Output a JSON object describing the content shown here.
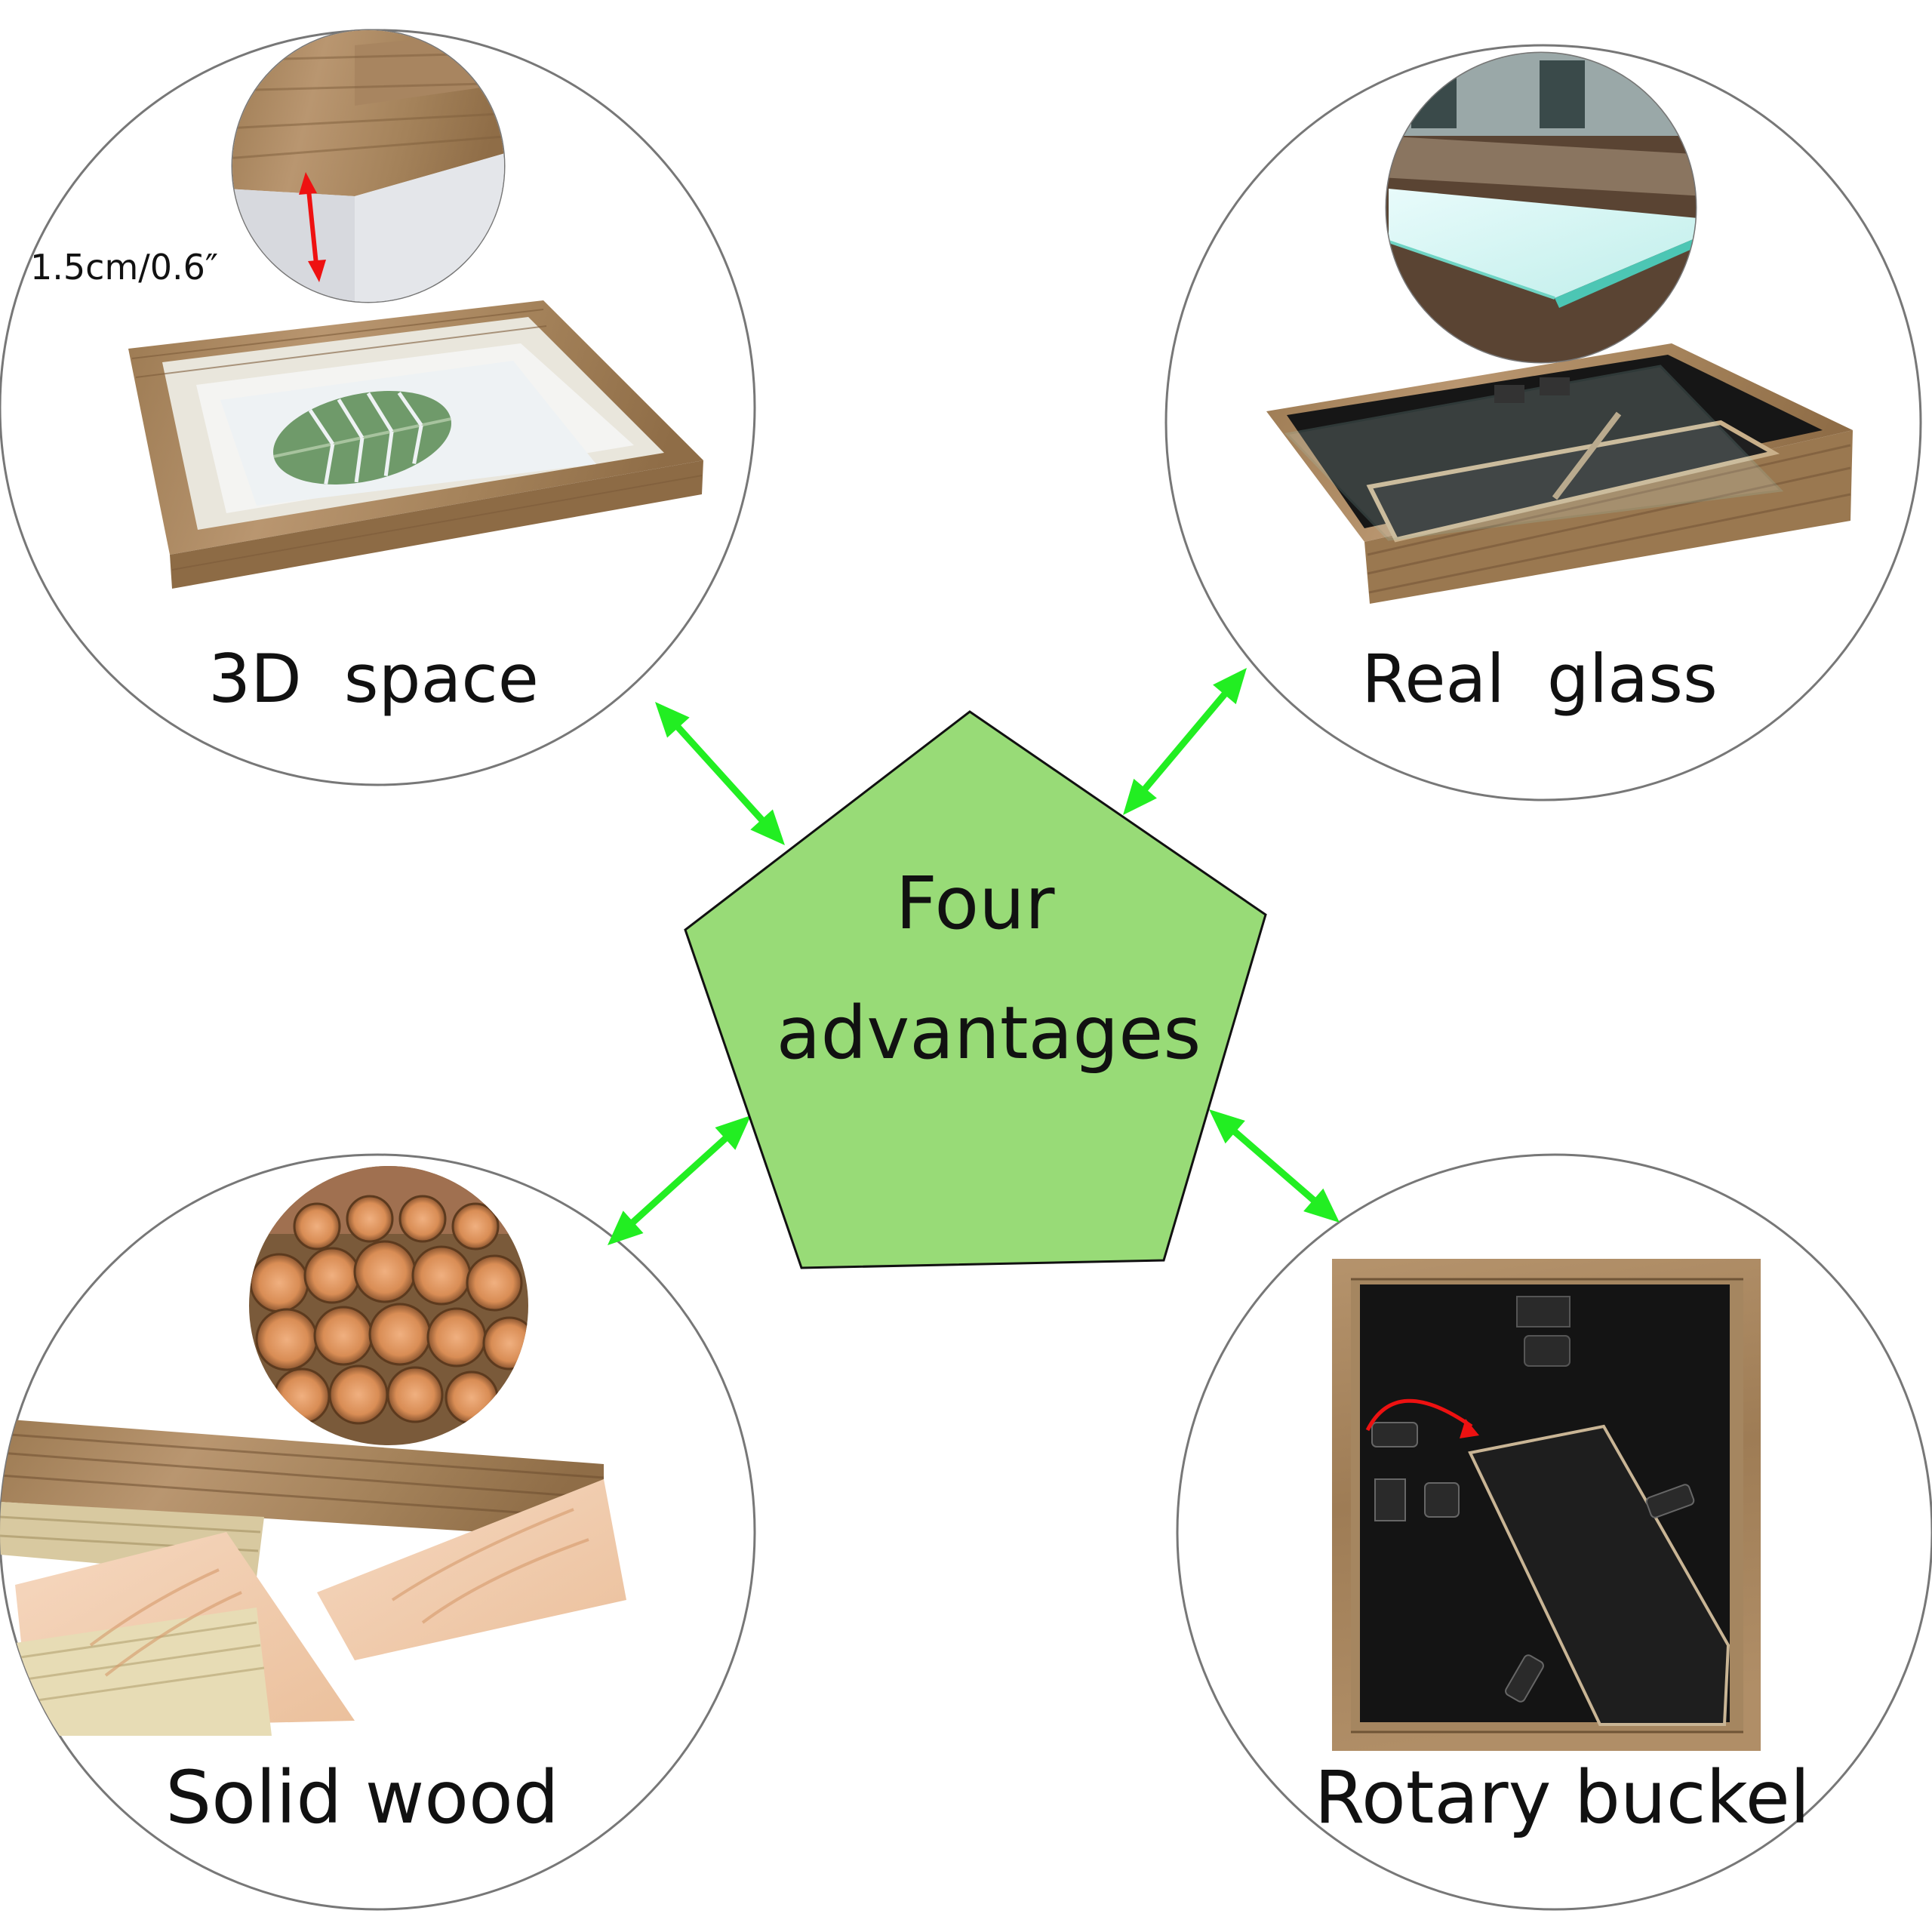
{
  "center": {
    "line1": "Four",
    "line2": "advantages",
    "fill": "#98db77"
  },
  "arrow_color": "#22ee22",
  "accent_red": "#ee1111",
  "advantages": [
    {
      "label": "3D  space",
      "dimension": "1.5cm/0.6″"
    },
    {
      "label": "Real  glass"
    },
    {
      "label": "Solid wood"
    },
    {
      "label": "Rotary buckel"
    }
  ]
}
